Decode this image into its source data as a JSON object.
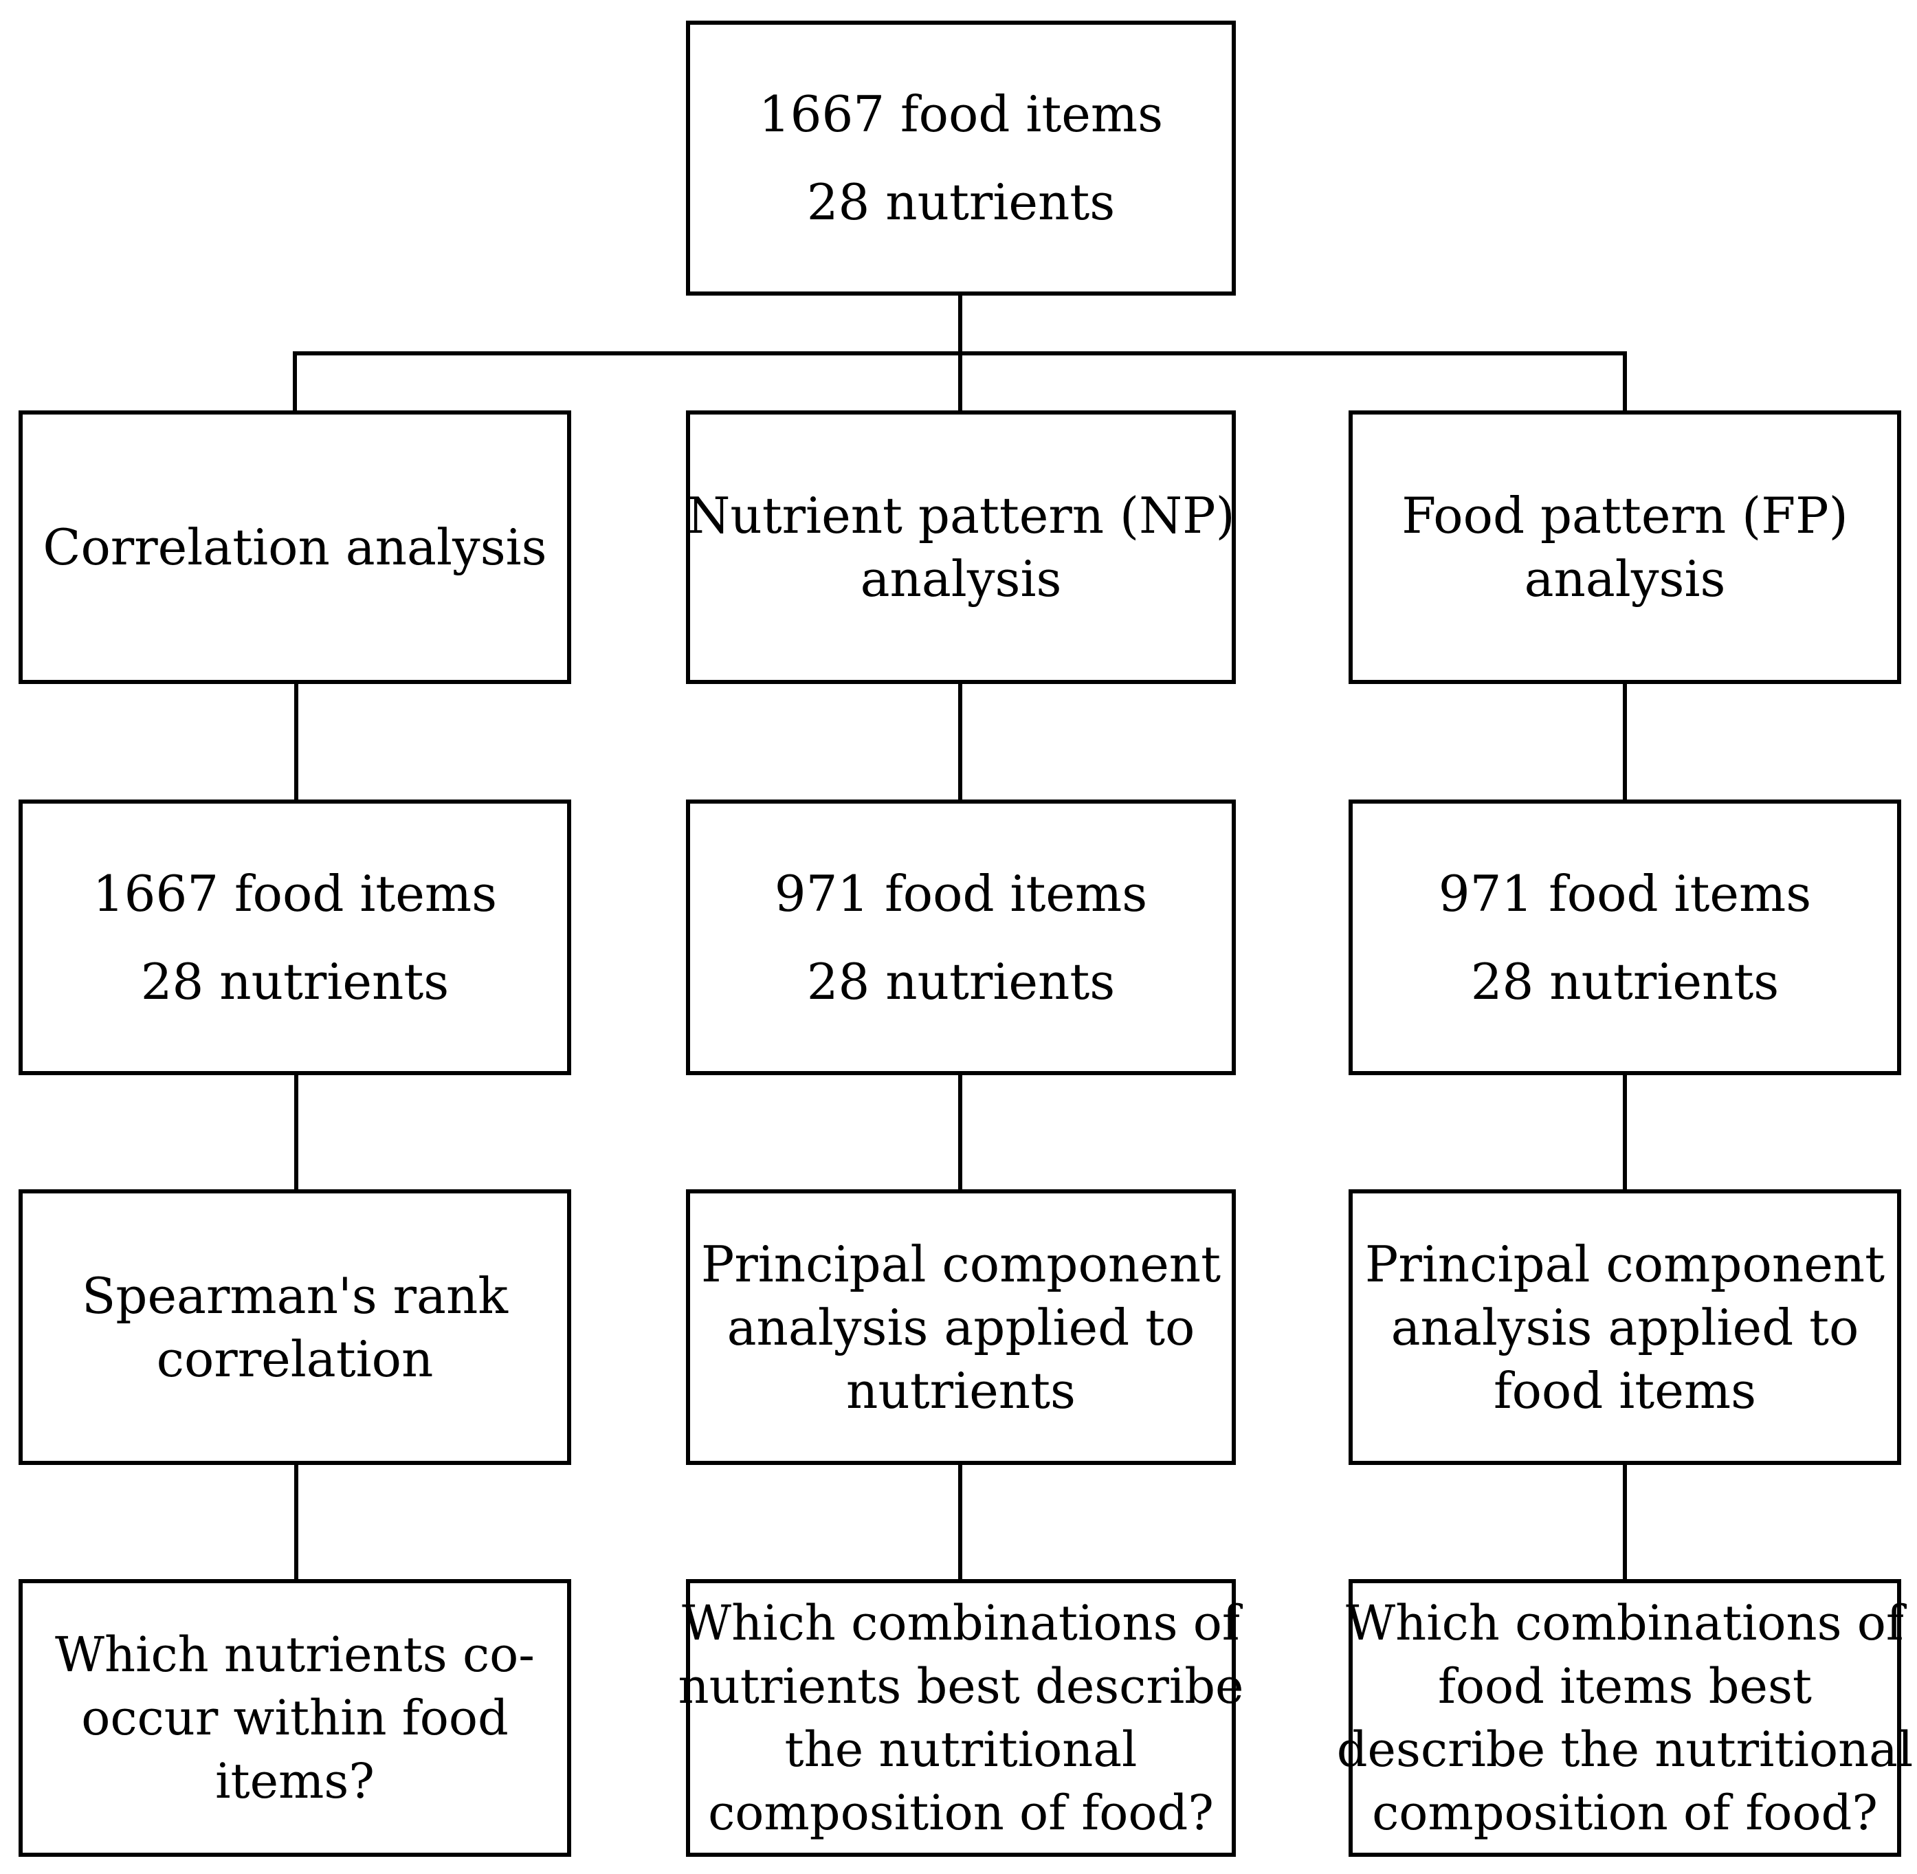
{
  "top": {
    "line1": "1667 food items",
    "line2": "28 nutrients"
  },
  "columns": [
    {
      "method": [
        "Correlation  analysis"
      ],
      "dataset": [
        "1667 food items",
        "28 nutrients"
      ],
      "technique": [
        "Spearman's rank",
        "correlation"
      ],
      "question": [
        "Which nutrients co-",
        "occur within food",
        "items?"
      ]
    },
    {
      "method": [
        "Nutrient pattern (NP)",
        "analysis"
      ],
      "dataset": [
        "971 food items",
        "28 nutrients"
      ],
      "technique": [
        "Principal component",
        "analysis applied to",
        "nutrients"
      ],
      "question": [
        "Which combinations of",
        "nutrients best describe",
        "the nutritional",
        "composition of food?"
      ]
    },
    {
      "method": [
        "Food pattern (FP)",
        "analysis"
      ],
      "dataset": [
        "971 food items",
        "28 nutrients"
      ],
      "technique": [
        "Principal component",
        "analysis applied to",
        "food items"
      ],
      "question": [
        "Which combinations of",
        "food items best",
        "describe the nutritional",
        "composition of food?"
      ]
    }
  ]
}
